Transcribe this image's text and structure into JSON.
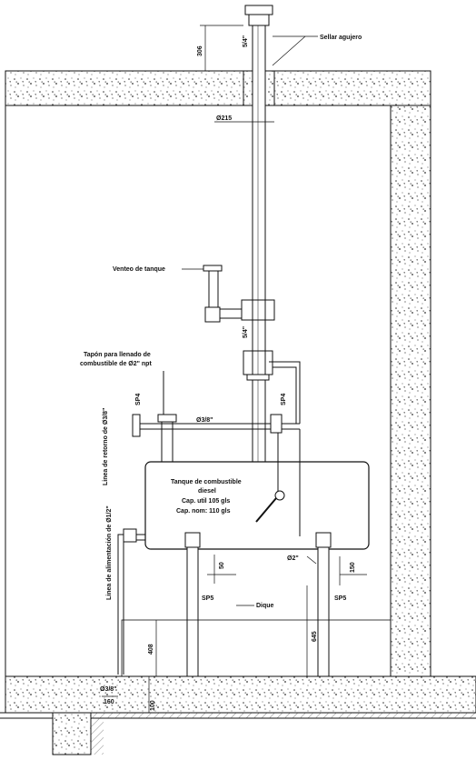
{
  "labels": {
    "sellar_agujero": "Sellar agujero",
    "venteo_tanque": "Venteo de tanque",
    "tapon_line1": "Tapón para llenado de",
    "tapon_line2": "combustible de Ø2\" npt",
    "tanque_line1": "Tanque de combustible",
    "tanque_line2": "diesel",
    "tanque_line3": "Cap. util 105 gls",
    "tanque_line4": "Cap. nom: 110 gls",
    "dique": "Dique",
    "retorno": "Linea de retorno de Ø3/8\"",
    "alimentacion": "Linea de alimentación de Ø1/2\""
  },
  "dimensions": {
    "d306": "306",
    "d54_top": "5/4\"",
    "d215": "Ø215",
    "d54_mid": "5/4\"",
    "d38": "Ø3/8\"",
    "sp4_left": "SP4",
    "sp4_right": "SP4",
    "d2": "Ø2\"",
    "d50": "50",
    "d150": "150",
    "sp5_left": "SP5",
    "sp5_right": "SP5",
    "d645": "645",
    "d408": "408",
    "d100": "100",
    "d160": "160",
    "d38b": "Ø3/8\""
  }
}
